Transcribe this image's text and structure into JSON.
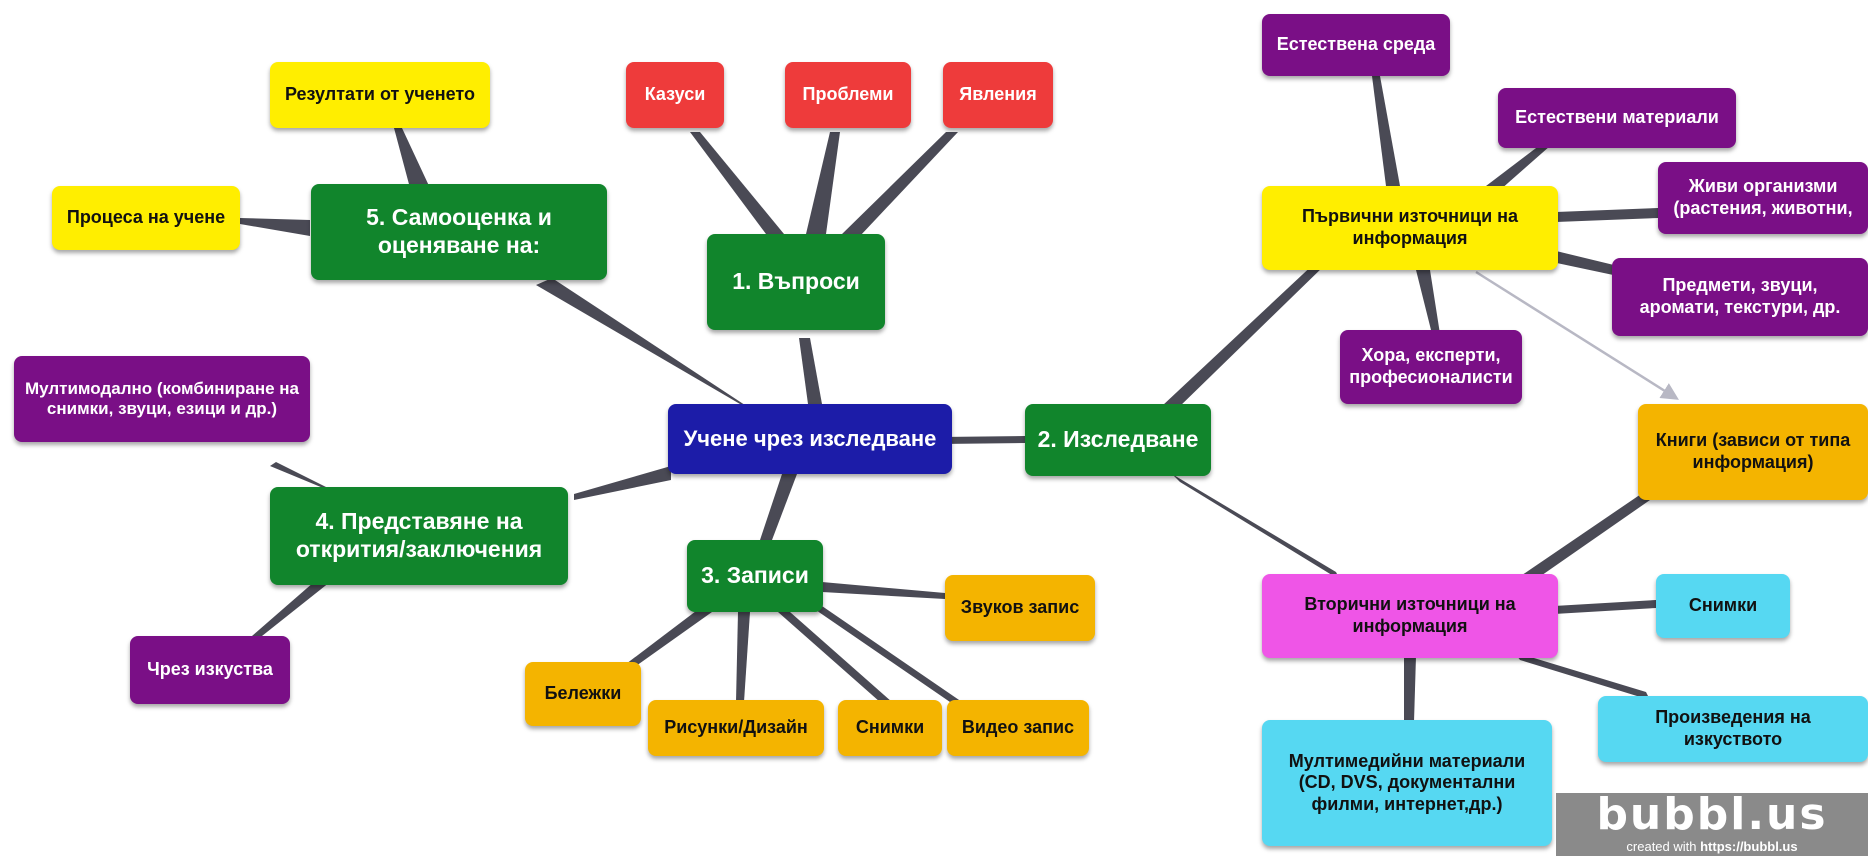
{
  "center": "Учене чрез изследване",
  "branches": {
    "questions": {
      "label": "1. Въпроси",
      "items": [
        "Казуси",
        "Проблеми",
        "Явления"
      ]
    },
    "research": {
      "label": "2. Изследване",
      "primary": {
        "label": "Първични източници на информация",
        "items": [
          "Естествена среда",
          "Естествени материали",
          "Живи организми (растения, животни,",
          "Предмети, звуци, аромати, текстури, др.",
          "Хора, експерти, професионалисти"
        ]
      },
      "books": "Книги (зависи от типа информация)",
      "secondary": {
        "label": "Вторични източници на информация",
        "items": [
          "Снимки",
          "Произведения на изкуството",
          "Мултимедийни материали (CD, DVS, документални филми, интернет,др.)"
        ]
      }
    },
    "records": {
      "label": "3. Записи",
      "items": [
        "Звуков запис",
        "Бележки",
        "Рисунки/Дизайн",
        "Снимки",
        "Видео запис"
      ]
    },
    "presentation": {
      "label": "4. Представяне на открития/заключения",
      "items": [
        "Мултимодално (комбиниране на снимки, звуци, езици и др.)",
        "Чрез изкуства"
      ]
    },
    "assessment": {
      "label": "5. Самооценка и оценяване на:",
      "items": [
        "Резултати от ученето",
        "Процеса на учене"
      ]
    }
  },
  "watermark": {
    "logo": "bubbl.us",
    "prefix": "created with",
    "url": "https://bubbl.us"
  },
  "colors": {
    "yellow": "#ffee00",
    "red": "#ee3b3b",
    "green": "#11852c",
    "navy": "#1c1ca8",
    "purple": "#7a0f86",
    "orange": "#f4b400",
    "magenta": "#ef55e7",
    "cyan": "#56d8f2",
    "connector": "#4a4a55"
  }
}
